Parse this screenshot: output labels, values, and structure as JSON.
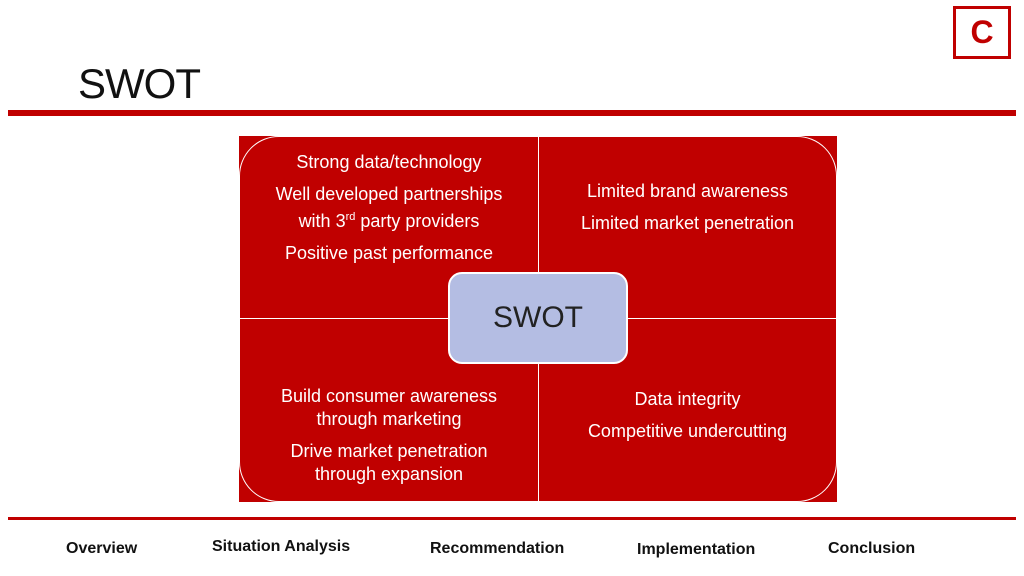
{
  "logo": {
    "text": "C"
  },
  "page": {
    "title": "SWOT"
  },
  "swot": {
    "center_label": "SWOT",
    "strengths": {
      "item1": "Strong data/technology",
      "item2_pre": "Well developed partnerships with 3",
      "item2_sup": "rd",
      "item2_post": " party providers",
      "item3": "Positive past performance"
    },
    "weaknesses": {
      "item1": "Limited brand awareness",
      "item2": "Limited market penetration"
    },
    "opportunities": {
      "item1": "Build consumer awareness through marketing",
      "item2": "Drive market penetration through expansion"
    },
    "threats": {
      "item1": "Data integrity",
      "item2": "Competitive undercutting"
    }
  },
  "nav": {
    "overview": "Overview",
    "situation_analysis": "Situation Analysis",
    "recommendation": "Recommendation",
    "implementation": "Implementation",
    "conclusion": "Conclusion"
  },
  "colors": {
    "accent": "#c00000",
    "center_box": "#b4bde3"
  }
}
